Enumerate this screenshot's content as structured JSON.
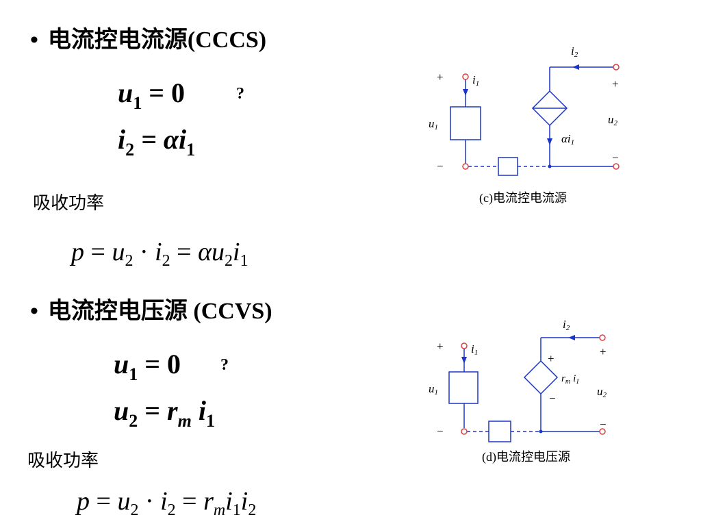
{
  "section1": {
    "bullet": "•",
    "title_cn": "电流控电流源",
    "title_code": "(CCCS)",
    "eq1": {
      "var": "u",
      "sub": "1",
      "rest": " = 0"
    },
    "eq2": {
      "var": "i",
      "sub": "2",
      "mid": " = α",
      "var2": "i",
      "sub2": "1"
    },
    "question": "?",
    "power_label": "吸收功率",
    "formula": {
      "p": "p",
      "eq": " = ",
      "u2": "u",
      "s2": "2",
      "dot": " · ",
      "i2": "i",
      "si2": "2",
      "eq2": " = ",
      "alpha": "α",
      "u2b": "u",
      "s2b": "2",
      "i1": "i",
      "s1": "1"
    },
    "diagram": {
      "caption": "(c)电流控电流源",
      "plus_left": "+",
      "minus_left": "−",
      "i1": "i",
      "i1_sub": "1",
      "u1": "u",
      "u1_sub": "1",
      "i2": "i",
      "i2_sub": "2",
      "plus_right": "+",
      "minus_right": "−",
      "u2": "u",
      "u2_sub": "2",
      "src": "αi",
      "src_sub": "1"
    }
  },
  "section2": {
    "bullet": "•",
    "title_cn": "电流控电压源",
    "title_code": " (CCVS)",
    "eq1": {
      "var": "u",
      "sub": "1",
      "rest": " = 0"
    },
    "eq2": {
      "var": "u",
      "sub": "2",
      "mid": " = ",
      "var2": "r",
      "sub2": "m",
      "var3": " i",
      "sub3": "1"
    },
    "question": "?",
    "power_label": "吸收功率",
    "formula": {
      "p": "p",
      "eq": " = ",
      "u2": "u",
      "s2": "2",
      "dot": " · ",
      "i2": "i",
      "si2": "2",
      "eq2": " = ",
      "r": "r",
      "sm": "m",
      "i1": "i",
      "s1": "1",
      "i2b": "i",
      "s2b": "2"
    },
    "diagram": {
      "caption": "(d)电流控电压源",
      "plus_left": "+",
      "minus_left": "−",
      "i1": "i",
      "i1_sub": "1",
      "u1": "u",
      "u1_sub": "1",
      "i2": "i",
      "i2_sub": "2",
      "plus_right": "+",
      "minus_right": "−",
      "u2": "u",
      "u2_sub": "2",
      "src": "r",
      "src_sub": "m",
      "src_i": "i",
      "src_i_sub": "1",
      "src_plus": "+",
      "src_minus": "−"
    }
  },
  "colors": {
    "wire": "#1a35c8",
    "terminal": "#d84040",
    "text": "#000000"
  }
}
